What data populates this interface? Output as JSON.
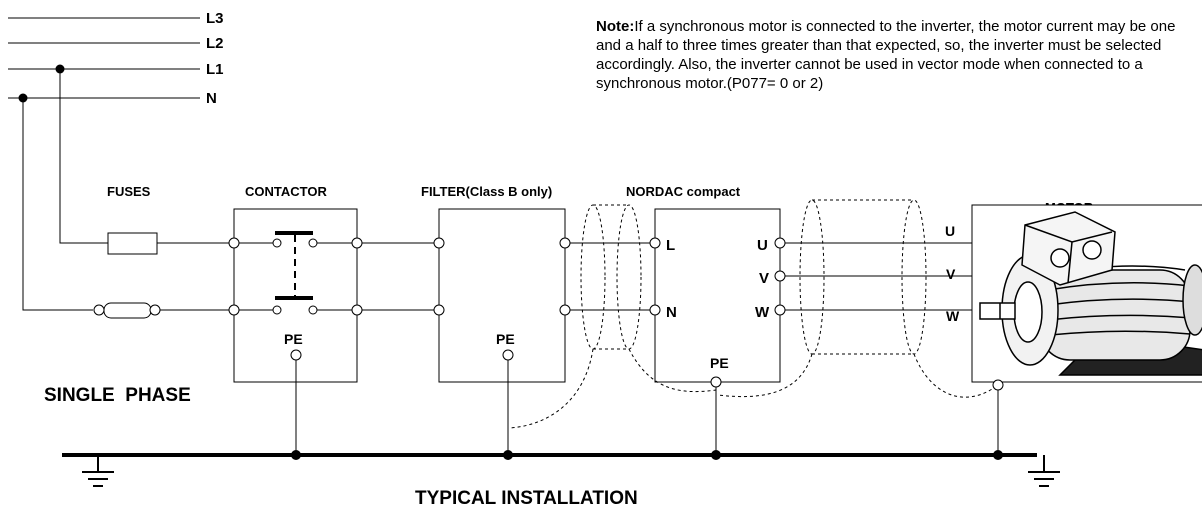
{
  "lines": {
    "l3": "L3",
    "l2": "L2",
    "l1": "L1",
    "n": "N"
  },
  "components": {
    "fuses": "FUSES",
    "contactor": "CONTACTOR",
    "filter": "FILTER(Class B only)",
    "inverter": "NORDAC compact",
    "motor": "MOTOR"
  },
  "terminals": {
    "contactor_pe": "PE",
    "filter_pe": "PE",
    "inverter_pe": "PE",
    "inv_l": "L",
    "inv_n": "N",
    "inv_u": "U",
    "inv_v": "V",
    "inv_w": "W",
    "motor_u": "U",
    "motor_v": "V",
    "motor_w": "W"
  },
  "single_phase": "SINGLE  PHASE",
  "caption": "TYPICAL INSTALLATION",
  "note": {
    "label": "Note:",
    "line1": "If a synchronous motor is connected to the inverter, the motor current may be one",
    "line2": "and a half to three times greater than that expected, so, the inverter must be selected",
    "line3": "accordingly. Also, the inverter cannot be used in vector mode when connected to a",
    "line4": "synchronous motor.(P077= 0 or 2)"
  }
}
